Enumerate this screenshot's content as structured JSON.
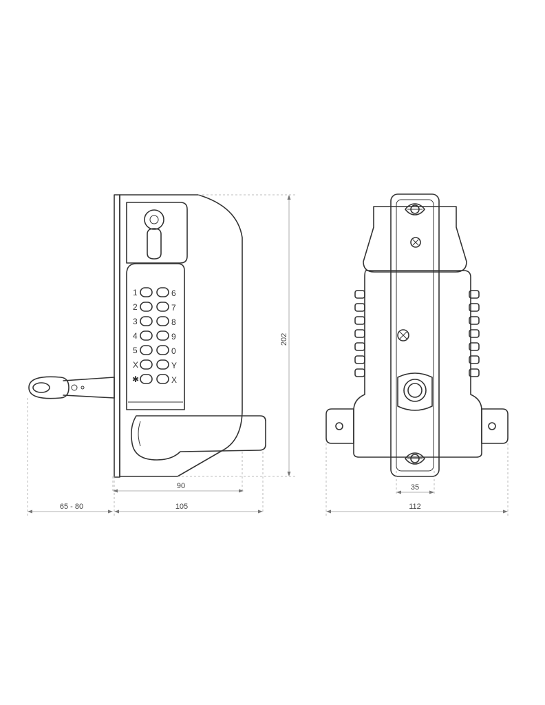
{
  "dimensions": {
    "height": "202",
    "handle_depth": "90",
    "body_depth": "105",
    "latch_range": "65 - 80",
    "width_back": "112",
    "plate_width": "35"
  },
  "keypad": {
    "left": [
      "1",
      "2",
      "3",
      "4",
      "5",
      "X",
      "✱"
    ],
    "right": [
      "6",
      "7",
      "8",
      "9",
      "0",
      "Y",
      "X"
    ]
  },
  "colors": {
    "line": "#333333",
    "dimension": "#9a9a9a"
  }
}
